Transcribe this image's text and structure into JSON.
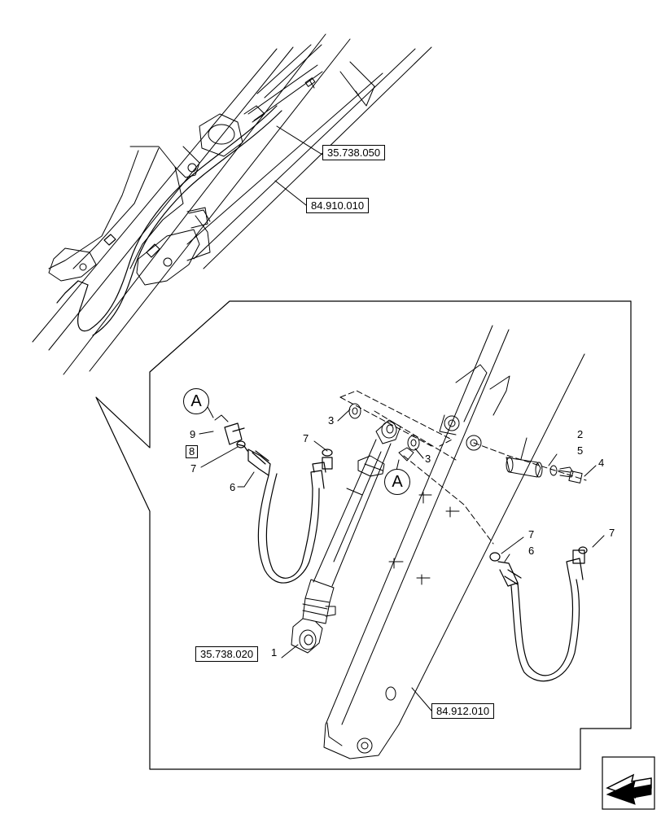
{
  "references": {
    "ref_top_1": "35.738.050",
    "ref_top_2": "84.910.010",
    "ref_cylinder": "35.738.020",
    "ref_boom": "84.912.010"
  },
  "callouts": {
    "c1": "1",
    "c2": "2",
    "c3a": "3",
    "c3b": "3",
    "c4": "4",
    "c5": "5",
    "c6a": "6",
    "c6b": "6",
    "c7a": "7",
    "c7b": "7",
    "c7c": "7",
    "c7d": "7",
    "c8": "8",
    "c9": "9"
  },
  "detail_markers": {
    "a1": "A",
    "a2": "A"
  },
  "navigation": {
    "icon": "arrow-back-icon"
  }
}
